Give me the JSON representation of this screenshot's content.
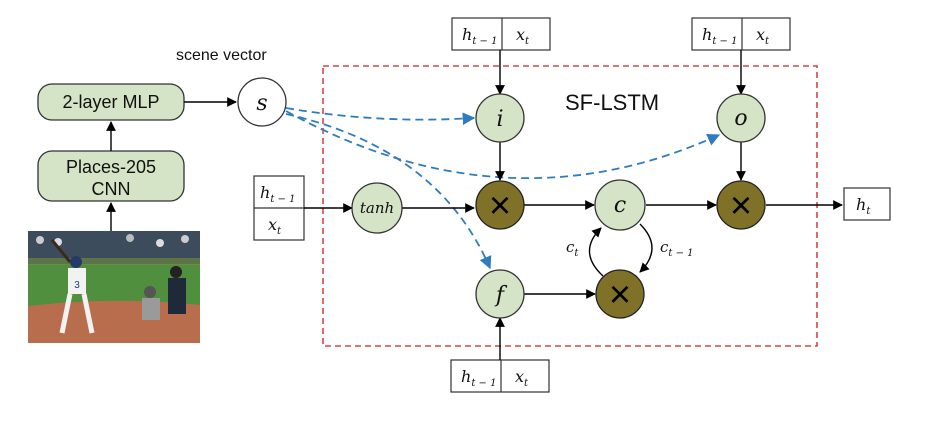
{
  "scene_vector_label": "scene vector",
  "sf_lstm_label": "SF-LSTM",
  "mlp_label": "2-layer MLP",
  "cnn_label_line1": "Places-205",
  "cnn_label_line2": "CNN",
  "s_label": "s",
  "gate_i": "i",
  "gate_o": "o",
  "gate_f": "f",
  "tanh_label": "tanh",
  "cell_label": "c",
  "ct_label": "c",
  "ct_sub": "t",
  "ct1_label": "c",
  "ct1_sub": "t − 1",
  "h_label": "h",
  "h_prev_sub": "t − 1",
  "x_label": "x",
  "x_sub": "t",
  "ht_label": "h",
  "ht_sub": "t",
  "multiply_symbol": "×",
  "photo_jersey_number": "3",
  "colors": {
    "gate_fill": "#d5e3c6",
    "multiply_fill": "#7f7128",
    "dashed_blue": "#2e7bc0",
    "dashed_red": "#d84545"
  }
}
